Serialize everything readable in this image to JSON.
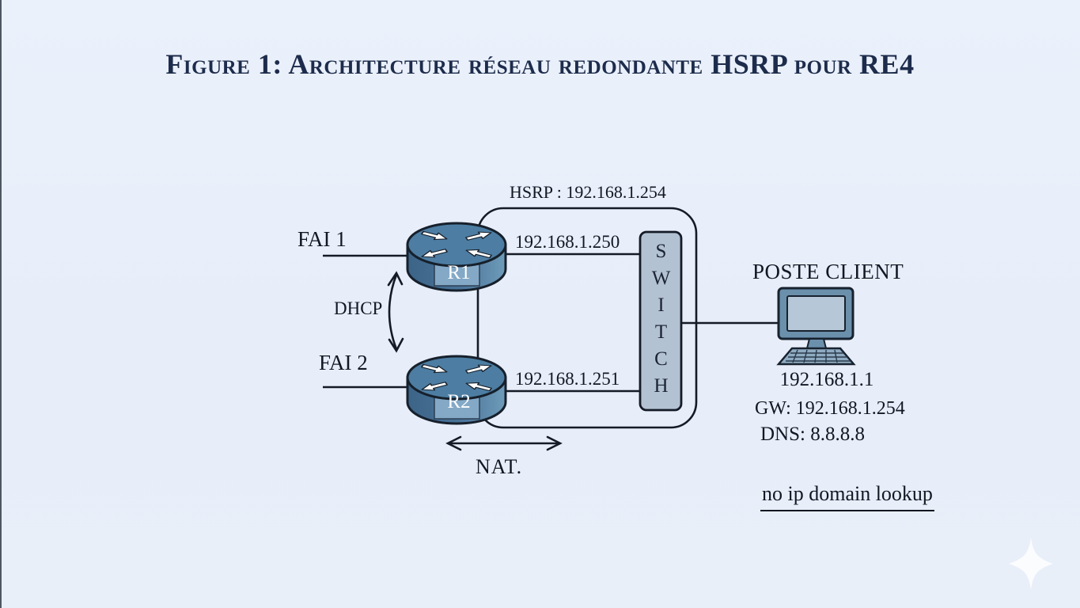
{
  "title": "Figure 1: Architecture réseau redondante HSRP pour RE4",
  "diagram": {
    "hsrp_group_label": "HSRP : 192.168.1.254",
    "isp1_label": "FAI 1",
    "isp2_label": "FAI 2",
    "dhcp_label": "DHCP",
    "nat_label": "NAT.",
    "router1_name": "R1",
    "router2_name": "R2",
    "router1_ip": "192.168.1.250",
    "router2_ip": "192.168.1.251",
    "switch_name": "SWITCH",
    "client": {
      "title": "POSTE CLIENT",
      "ip": "192.168.1.1",
      "gateway": "GW: 192.168.1.254",
      "dns": "DNS: 8.8.8.8"
    },
    "note": "no ip domain lookup"
  },
  "icons": {
    "router": "cisco-router-cylinder-with-arrows",
    "switch": "vertical-switch-box",
    "client": "desktop-computer",
    "dhcp": "curved-double-arrow",
    "nat": "horizontal-double-arrow",
    "corner": "sparkle-star"
  },
  "colors": {
    "background": "#e9eef9",
    "ink": "#141b26",
    "title_text": "#1d2c4c",
    "router_top": "#4d7da2",
    "router_body_dark": "#3c6487",
    "router_body_light": "#6f9cba",
    "router_label_band": "#84a9c7",
    "switch_fill": "#b3c2d3",
    "monitor_frame": "#6b90ac",
    "monitor_screen": "#b6c7d8",
    "keyboard_fill": "#8fabc2"
  }
}
